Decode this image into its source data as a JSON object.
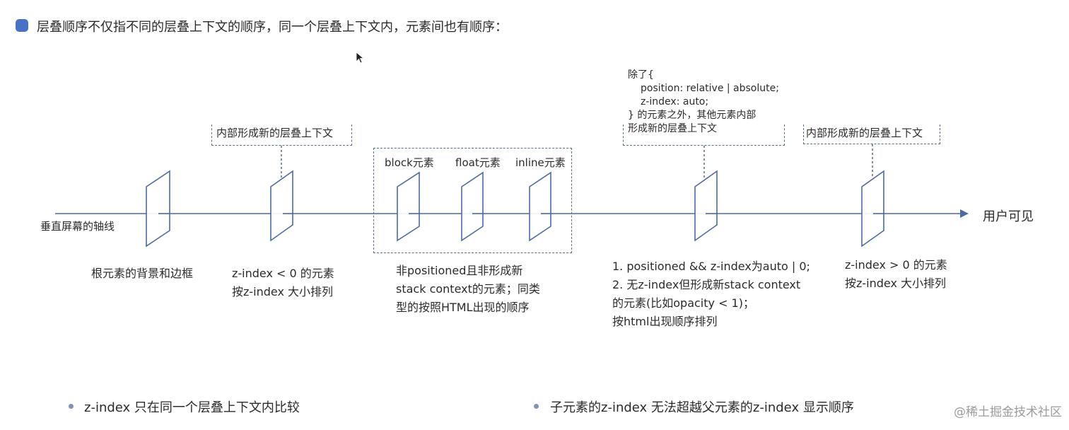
{
  "heading": "层叠顺序不仅指不同的层叠上下文的顺序，同一个层叠上下文内，元素间也有顺序：",
  "axis": {
    "left_label": "垂直屏幕的轴线",
    "right_label": "用户可见"
  },
  "callouts": {
    "inner_context_1": "内部形成新的层叠上下文",
    "inner_context_2": "内部形成新的层叠上下文",
    "except_lines": [
      "除了{",
      "position: relative | absolute;",
      "z-index: auto;",
      "} 的元素之外，其他元素内部",
      "形成新的层叠上下文"
    ]
  },
  "group_labels": {
    "block": "block元素",
    "float": "float元素",
    "inline": "inline元素"
  },
  "descriptions": {
    "root": "根元素的背景和边框",
    "negative": [
      "z-index < 0 的元素",
      "按z-index 大小排列"
    ],
    "non_positioned": [
      "非positioned且非形成新",
      "stack context的元素；同类",
      "型的按照HTML出现的顺序"
    ],
    "zero": [
      "1. positioned && z-index为auto | 0;",
      "2. 无z-index但形成新stack context",
      "的元素(比如opacity < 1)；",
      "按html出现顺序排列"
    ],
    "positive": [
      "z-index > 0 的元素",
      "按z-index 大小排列"
    ]
  },
  "bullets": [
    "z-index  只在同一个层叠上下文内比较",
    "子元素的z-index 无法超越父元素的z-index 显示顺序"
  ],
  "watermark": "@稀土掘金技术社区",
  "colors": {
    "accent": "#4a72c4",
    "diagram_line": "#4d6aa3",
    "dashed": "#5a6f8a",
    "bullet": "#7f93b8"
  }
}
